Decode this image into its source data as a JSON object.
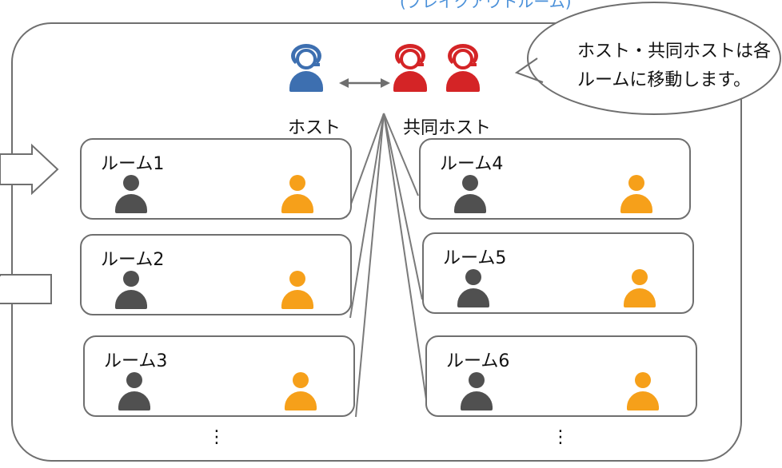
{
  "header": {
    "cut_text": "(ブレイクアウトルーム)"
  },
  "roles": {
    "host": "ホスト",
    "cohost": "共同ホスト"
  },
  "callout": {
    "text_line1": "ホスト・共同ホストは各",
    "text_line2": "ルームに移動します。"
  },
  "rooms": [
    {
      "label": "ルーム1"
    },
    {
      "label": "ルーム2"
    },
    {
      "label": "ルーム3"
    },
    {
      "label": "ルーム4"
    },
    {
      "label": "ルーム5"
    },
    {
      "label": "ルーム6"
    }
  ],
  "ellipsis": "⋮",
  "colors": {
    "host": "#3d6fb0",
    "cohost": "#d42426",
    "participant_dark": "#505050",
    "participant_orange": "#f6a01a",
    "border": "#6f6f6f"
  }
}
